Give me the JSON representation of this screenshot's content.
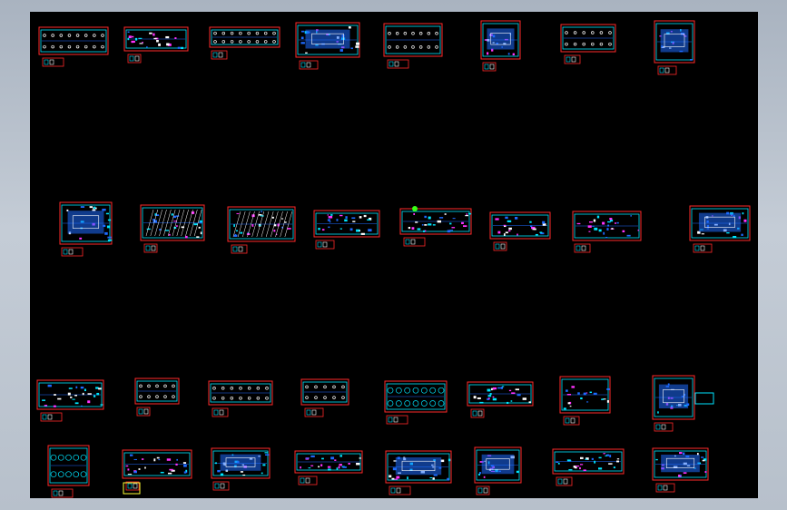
{
  "viewport": {
    "background": "#000000",
    "frame_color": "#b8c1cc"
  },
  "colors": {
    "sheet_border": "#ff2a2a",
    "inner_frame": "#00e5ff",
    "detail_lines": "#1e6bff",
    "holes": "#ffffff",
    "accent_green": "#39ff14",
    "accent_yellow": "#ffff33",
    "accent_magenta": "#ff33ff"
  },
  "rows": [
    {
      "id": "row-1",
      "sheet_count": 8
    },
    {
      "id": "row-2",
      "sheet_count": 8
    },
    {
      "id": "row-3",
      "sheet_count": 8
    },
    {
      "id": "row-4",
      "sheet_count": 8
    }
  ]
}
